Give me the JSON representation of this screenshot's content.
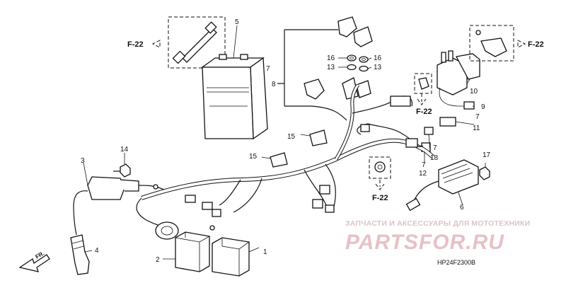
{
  "diagram": {
    "diagram_code": "HP24F2300B",
    "front_label": "FR.",
    "frame_refs": {
      "top_left": "F-22",
      "top_right": "F-22",
      "mid_right": "F-22",
      "bottom": "F-22"
    },
    "callouts": {
      "c1": "1",
      "c2": "2",
      "c3": "3",
      "c4": "4",
      "c5": "5",
      "c6": "6",
      "c7a": "7",
      "c7b": "7",
      "c7c": "7",
      "c7d": "7",
      "c8": "8",
      "c9": "9",
      "c10": "10",
      "c11": "11",
      "c12": "12",
      "c13a": "13",
      "c13b": "13",
      "c14": "14",
      "c15a": "15",
      "c15b": "15",
      "c16a": "16",
      "c16b": "16",
      "c17": "17",
      "c18": "18"
    }
  },
  "watermark": {
    "caption": "ЗАПЧАСТИ И АКСЕССУАРЫ ДЛЯ МОТОТЕХНИКИ",
    "brand": "PARTSFOR.RU"
  }
}
